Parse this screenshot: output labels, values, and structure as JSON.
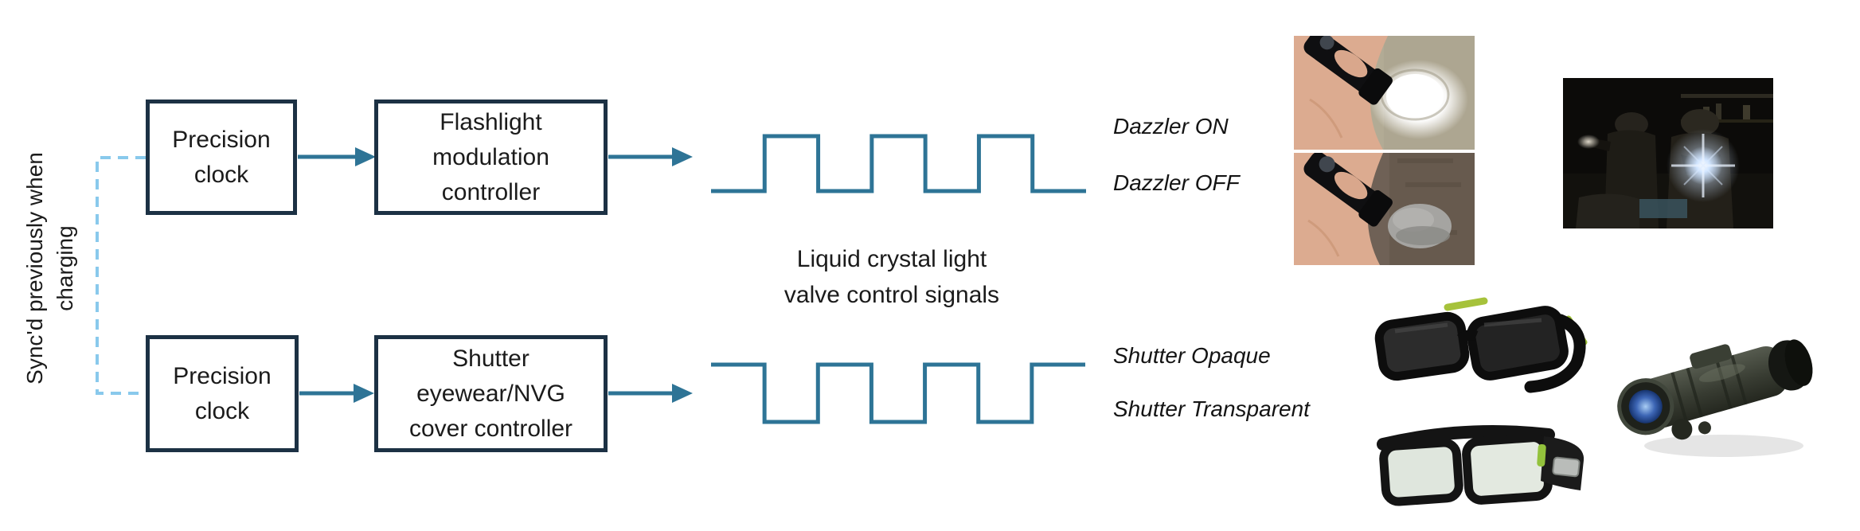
{
  "side_note": {
    "line1": "Sync'd previously when",
    "line2": "charging"
  },
  "caption": {
    "line1": "Liquid crystal light",
    "line2": "valve control signals"
  },
  "rows": [
    {
      "clock_lines": [
        "Precision",
        "clock"
      ],
      "controller_lines": [
        "Flashlight",
        "modulation",
        "controller"
      ],
      "wave": {
        "levels": [
          0,
          1,
          0,
          1,
          0,
          1,
          0
        ]
      },
      "high_label": "Dazzler ON",
      "low_label": "Dazzler OFF"
    },
    {
      "clock_lines": [
        "Precision",
        "clock"
      ],
      "controller_lines": [
        "Shutter",
        "eyewear/NVG",
        "cover controller"
      ],
      "wave": {
        "levels": [
          1,
          0,
          1,
          0,
          1,
          0,
          1
        ]
      },
      "high_label": "Shutter Opaque",
      "low_label": "Shutter Transparent"
    }
  ],
  "colors": {
    "box_border": "#1c3144",
    "signal": "#2e7496",
    "dashed_sync": "#89c9ec",
    "text": "#1b1b1b"
  }
}
